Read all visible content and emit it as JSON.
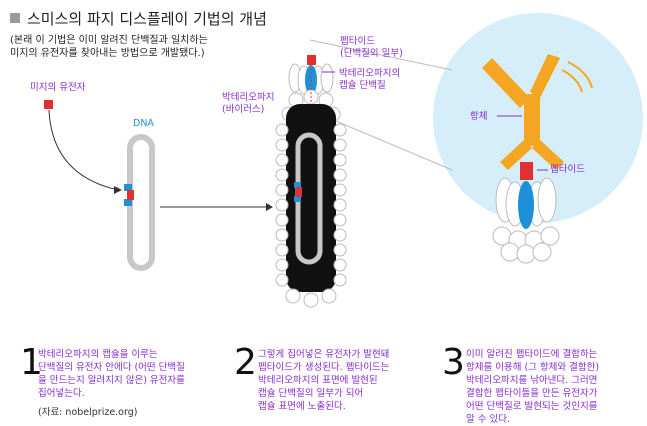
{
  "header": {
    "title": "스미스의 파지 디스플레이 기법의 개념",
    "subtitle": "(본래 이 기법은 이미 알려진 단백질과 일치하는\n미지의 유전자를 찾아내는 방법으로 개발됐다.)"
  },
  "labels": {
    "unknown_gene": "미지의 유전자",
    "dna": "DNA",
    "peptide_top": "펩타이드\n(단백질의 일부)",
    "bacteriophage": "박테리오파지\n(바이러스)",
    "capsule_protein": "박테리오파지의\n캡슐 단백질",
    "antibody": "항체",
    "peptide_right": "펩타이드"
  },
  "steps": [
    {
      "number": "1",
      "text": "박테리오파지의 캡슐을 이루는\n단백질의 유전자 안에다 (어떤 단백질\n을 만드는지 알려지지 않은) 유전자를\n집어넣는다."
    },
    {
      "number": "2",
      "text": "그렇게 집어넣은 유전자가 발현돼\n펩타이드가 생성된다. 펩타이드는\n박테리오파지의 표면에 발현된\n캡슐 단백질의 일부가 되어\n캡슐 표면에 노출된다."
    },
    {
      "number": "3",
      "text": "이미 알려진 펩타이드에 결합하는\n항체를 이용해 (그 항체와 결합한)\n박테리오파지를 낚아낸다. 그러면\n결합한 펩타이들을 만든 유전자가\n어떤 단백질로 발현되는 것인지를\n알 수 있다."
    }
  ],
  "source": "(자료: nobelprize.org)",
  "colors": {
    "purple_text": "#8a2bd0",
    "dna_label": "#2a8fd0",
    "gene_red": "#e03030",
    "blue_protein": "#1e90d8",
    "antibody_orange": "#f5a623",
    "zoom_circle": "#d6eef9",
    "phage_body": "#111111",
    "dna_gray": "#c8c8c8"
  }
}
